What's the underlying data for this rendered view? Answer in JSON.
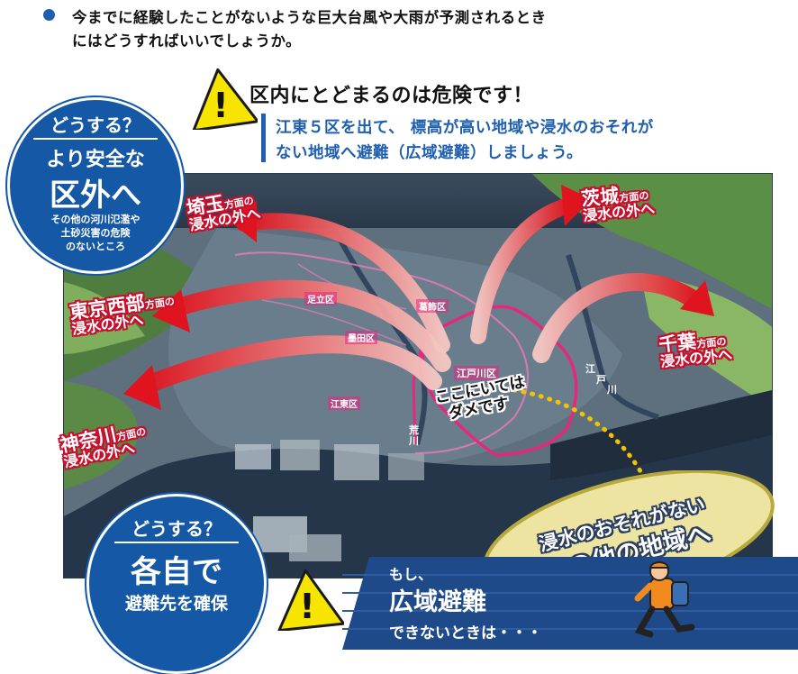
{
  "question": {
    "line1": "今までに経験したことがないような巨大台風や大雨が予測されるとき",
    "line2": "にはどうすればいいでしょうか。"
  },
  "warning": {
    "mark": "!",
    "headline": "区内にとどまるのは危険です！",
    "sub_line1": "江東５区を出て、 標高が高い地域や浸水のおそれが",
    "sub_line2": "ない地域へ避難（広域避難）しましょう。"
  },
  "circle_left": {
    "title": "どうする？",
    "line1": "より安全な",
    "line2": "区外へ",
    "note1": "その他の河川氾濫や",
    "note2": "土砂災害の危険",
    "note3": "のないところ"
  },
  "directions": {
    "saitama": {
      "name": "埼玉",
      "suffix": "方面の",
      "dest": "浸水の外へ"
    },
    "tokyo_west": {
      "name": "東京西部",
      "suffix": "方面の",
      "dest": "浸水の外へ"
    },
    "kanagawa": {
      "name": "神奈川",
      "suffix": "方面の",
      "dest": "浸水の外へ"
    },
    "ibaraki": {
      "name": "茨城",
      "suffix": "方面の",
      "dest": "浸水の外へ"
    },
    "chiba": {
      "name": "千葉",
      "suffix": "方面の",
      "dest": "浸水の外へ"
    }
  },
  "map_labels": {
    "adachi": "足立区",
    "katsushika": "葛飾区",
    "sumida": "墨田区",
    "edogawa": "江戸川区",
    "koto": "江東区",
    "arakawa_river": [
      "荒",
      "川"
    ],
    "edo_river": [
      "江",
      "戸",
      "川"
    ],
    "danger_line1": "ここにいては",
    "danger_line2": "ダメです"
  },
  "target": {
    "line1": "浸水のおそれがない",
    "line2": "その他の地域へ"
  },
  "circle_bottom": {
    "title": "どうする？",
    "line1": "各自で",
    "line2": "避難先を確保"
  },
  "bottom_band": {
    "mark": "!",
    "line1": "もし、",
    "line2": "広域避難",
    "line3": "できないときは・・・"
  },
  "colors": {
    "blue": "#1559a6",
    "accent_blue": "#1f5fae",
    "red": "#d7141e",
    "yellow": "#f7e400",
    "pink": "#e6287a"
  }
}
